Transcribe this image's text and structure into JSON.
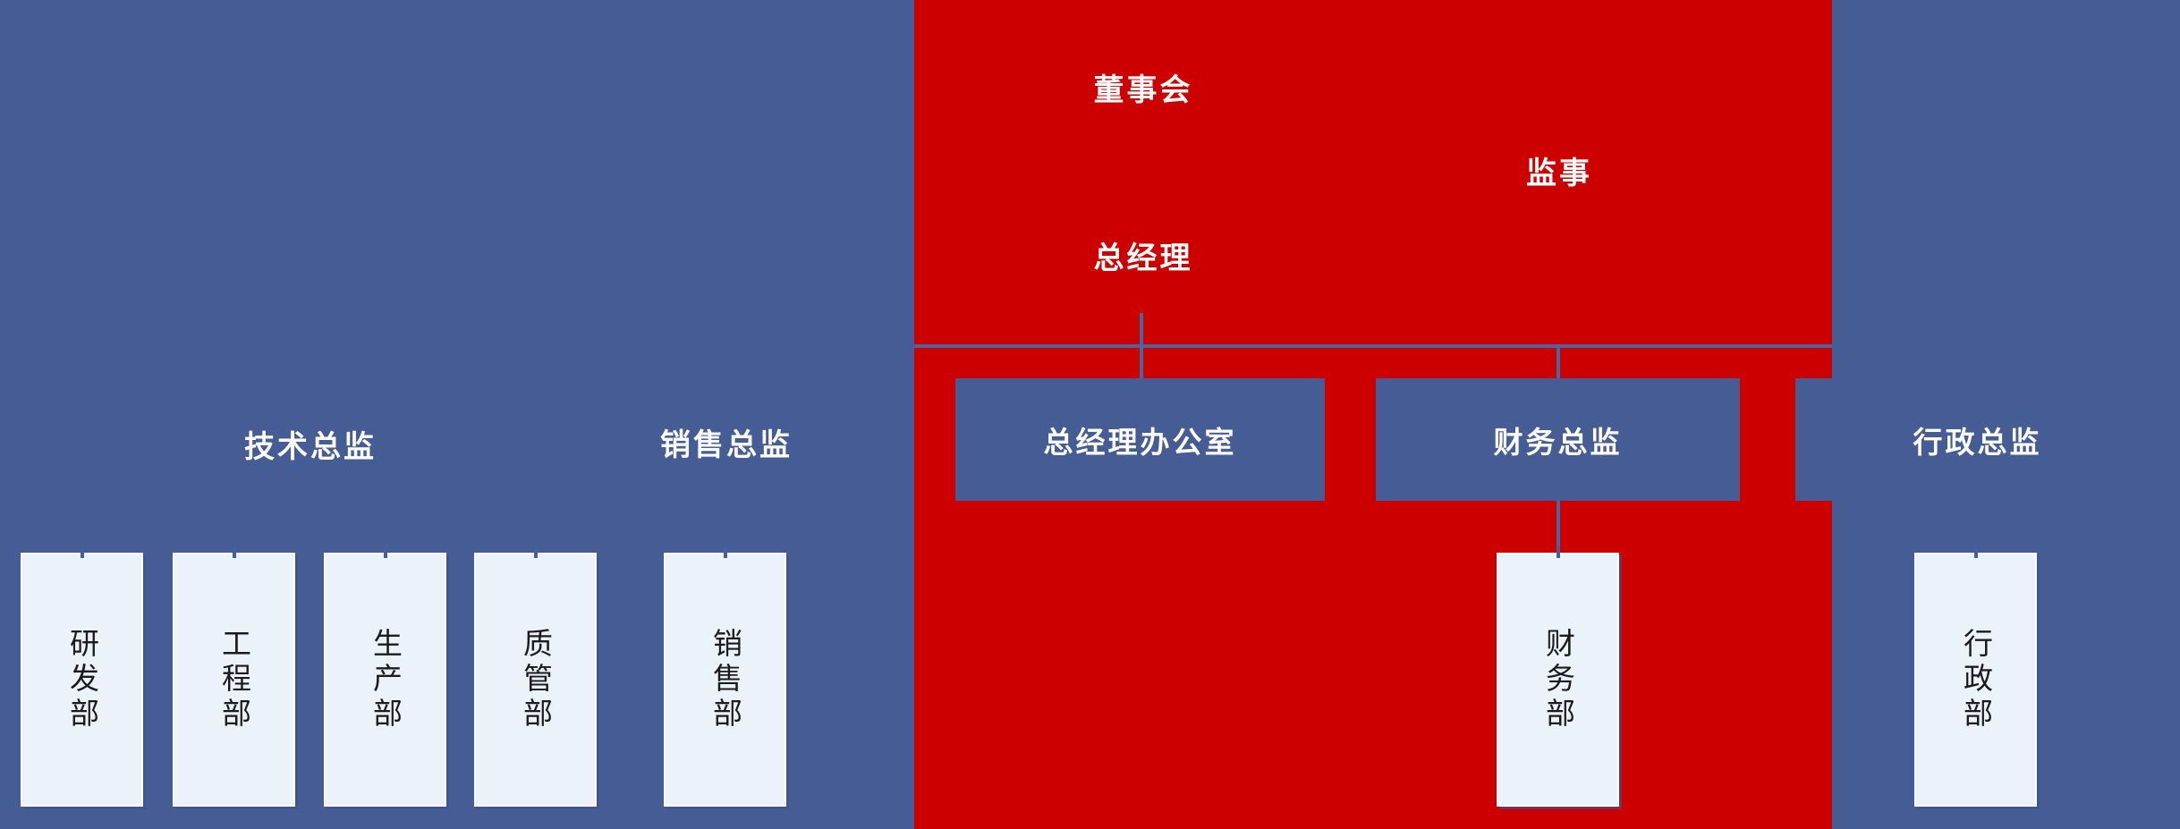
{
  "chart_type": "org-chart",
  "colors": {
    "background_blue": "#455C94",
    "highlight_red": "#CC0000",
    "connector_blue": "#4A66A0",
    "node_blue_fill": "#455C94",
    "dept_box_fill": "#EBF2FA",
    "dept_box_border": "#FFFFFF",
    "dept_box_shadow": "#44609B",
    "label_text_light": "#FFFFFF",
    "dept_text_dark": "#1B1B1B"
  },
  "nodes": {
    "board": "董事会",
    "supervisor": "监事",
    "general_manager": "总经理",
    "gm_office": "总经理办公室",
    "finance_director": "财务总监",
    "admin_director": "行政总监",
    "technical_director": "技术总监",
    "sales_director": "销售总监"
  },
  "departments": [
    {
      "label": "研发部"
    },
    {
      "label": "工程部"
    },
    {
      "label": "生产部"
    },
    {
      "label": "质管部"
    },
    {
      "label": "销售部"
    },
    {
      "label": "财务部"
    },
    {
      "label": "行政部"
    }
  ]
}
